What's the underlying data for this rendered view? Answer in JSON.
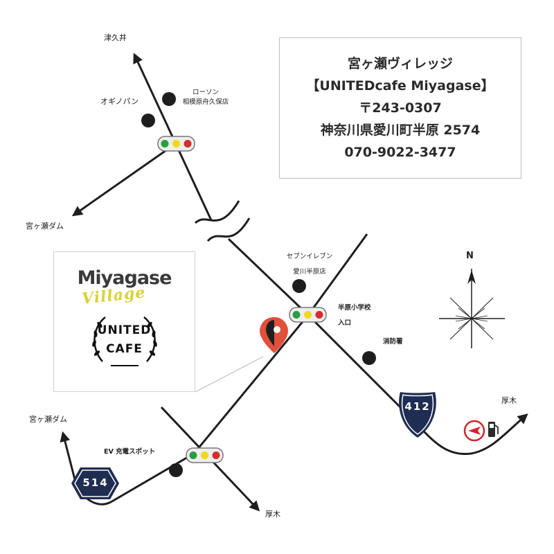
{
  "info": {
    "name": "宮ヶ瀬ヴィレッジ",
    "shop": "【UNITEDcafe Miyagase】",
    "postal": "〒243-0307",
    "address": "神奈川県愛川町半原 2574",
    "phone": "070-9022-3477"
  },
  "logo": {
    "title": "Miyagase",
    "script": "Village",
    "united": "UNITED",
    "cafe": "CAFE"
  },
  "places": {
    "tsukui": "津久井",
    "oginopan": "オギノパン",
    "lawson_line1": "ローソン",
    "lawson_line2": "相模原舟久保店",
    "miyagase_dam_upper": "宮ヶ瀬ダム",
    "seven_line1": "セブンイレブン",
    "seven_line2": "愛川半原店",
    "school_line1": "半原小学校",
    "school_line2": "入口",
    "fire_station": "消防署",
    "atsugi_east": "厚木",
    "miyagase_dam_lower": "宮ヶ瀬ダム",
    "ev_spot": "EV 充電スポット",
    "atsugi_south": "厚木"
  },
  "routes": {
    "r412": "412",
    "r514": "514"
  },
  "compass": {
    "north": "N"
  },
  "colors": {
    "road": "#1e1e1e",
    "route_shield": "#1f2d52",
    "pin": "#e0503a",
    "signal_green": "#2a9d3e",
    "signal_yellow": "#f2d81c",
    "signal_red": "#d62c2c",
    "gas_logo": "#d0252a"
  }
}
